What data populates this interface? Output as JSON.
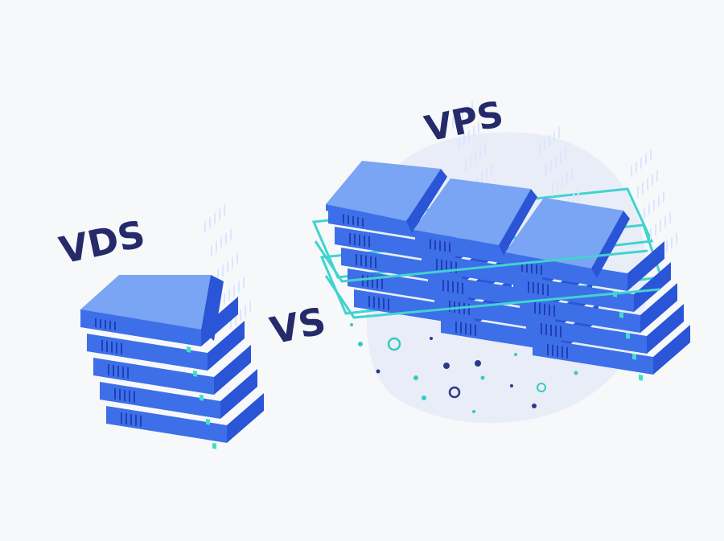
{
  "labels": {
    "vds": "VDS",
    "vs": "VS",
    "vps": "VPS"
  },
  "colors": {
    "background": "#f7f8fa",
    "blob": "#e9edf8",
    "server_top": "#7aa4f4",
    "server_front": "#3d6fe8",
    "server_side": "#2a55d6",
    "vent": "#dbe6ff",
    "led": "#3ee0c8",
    "network_line": "#41d3cf",
    "label": "#252a6b",
    "particle_teal": "#39c8c0",
    "particle_navy": "#2b3a88"
  },
  "icons": {
    "dedicated_server": "server-stack-icon",
    "virtual_servers": "server-rack-icon"
  }
}
